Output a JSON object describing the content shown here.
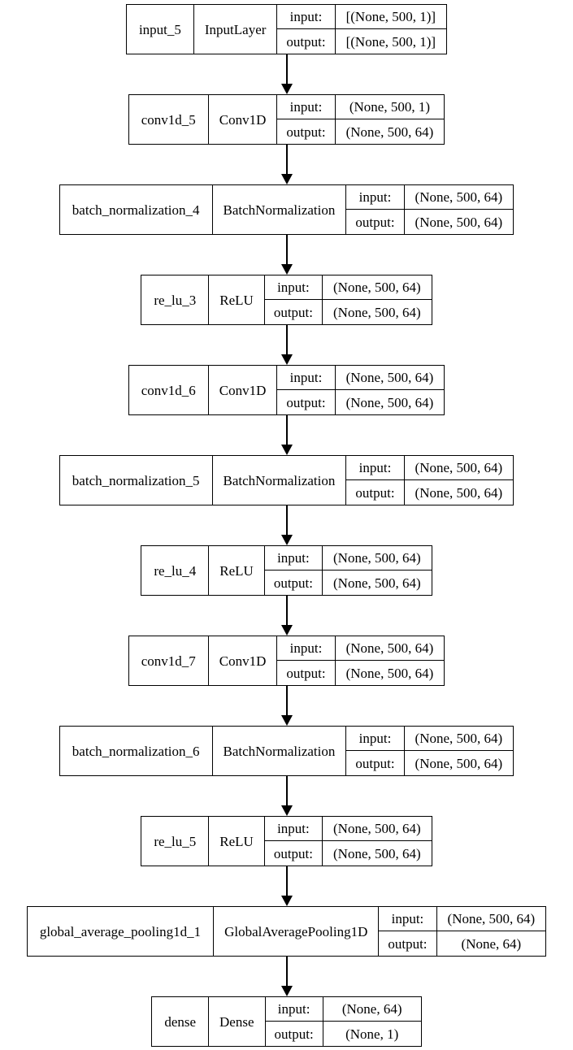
{
  "diagram": {
    "title": "keras-model-architecture",
    "background_color": "#ffffff",
    "border_color": "#000000",
    "text_color": "#000000",
    "io_labels": {
      "input": "input:",
      "output": "output:"
    },
    "nodes": [
      {
        "name": "input_5",
        "cls": "InputLayer",
        "input": "[(None, 500, 1)]",
        "output": "[(None, 500, 1)]"
      },
      {
        "name": "conv1d_5",
        "cls": "Conv1D",
        "input": "(None, 500, 1)",
        "output": "(None, 500, 64)"
      },
      {
        "name": "batch_normalization_4",
        "cls": "BatchNormalization",
        "input": "(None, 500, 64)",
        "output": "(None, 500, 64)"
      },
      {
        "name": "re_lu_3",
        "cls": "ReLU",
        "input": "(None, 500, 64)",
        "output": "(None, 500, 64)"
      },
      {
        "name": "conv1d_6",
        "cls": "Conv1D",
        "input": "(None, 500, 64)",
        "output": "(None, 500, 64)"
      },
      {
        "name": "batch_normalization_5",
        "cls": "BatchNormalization",
        "input": "(None, 500, 64)",
        "output": "(None, 500, 64)"
      },
      {
        "name": "re_lu_4",
        "cls": "ReLU",
        "input": "(None, 500, 64)",
        "output": "(None, 500, 64)"
      },
      {
        "name": "conv1d_7",
        "cls": "Conv1D",
        "input": "(None, 500, 64)",
        "output": "(None, 500, 64)"
      },
      {
        "name": "batch_normalization_6",
        "cls": "BatchNormalization",
        "input": "(None, 500, 64)",
        "output": "(None, 500, 64)"
      },
      {
        "name": "re_lu_5",
        "cls": "ReLU",
        "input": "(None, 500, 64)",
        "output": "(None, 500, 64)"
      },
      {
        "name": "global_average_pooling1d_1",
        "cls": "GlobalAveragePooling1D",
        "input": "(None, 500, 64)",
        "output": "(None, 64)"
      },
      {
        "name": "dense",
        "cls": "Dense",
        "input": "(None, 64)",
        "output": "(None, 1)"
      }
    ],
    "edges": [
      {
        "from": "input_5",
        "to": "conv1d_5"
      },
      {
        "from": "conv1d_5",
        "to": "batch_normalization_4"
      },
      {
        "from": "batch_normalization_4",
        "to": "re_lu_3"
      },
      {
        "from": "re_lu_3",
        "to": "conv1d_6"
      },
      {
        "from": "conv1d_6",
        "to": "batch_normalization_5"
      },
      {
        "from": "batch_normalization_5",
        "to": "re_lu_4"
      },
      {
        "from": "re_lu_4",
        "to": "conv1d_7"
      },
      {
        "from": "conv1d_7",
        "to": "batch_normalization_6"
      },
      {
        "from": "batch_normalization_6",
        "to": "re_lu_5"
      },
      {
        "from": "re_lu_5",
        "to": "global_average_pooling1d_1"
      },
      {
        "from": "global_average_pooling1d_1",
        "to": "dense"
      }
    ]
  }
}
